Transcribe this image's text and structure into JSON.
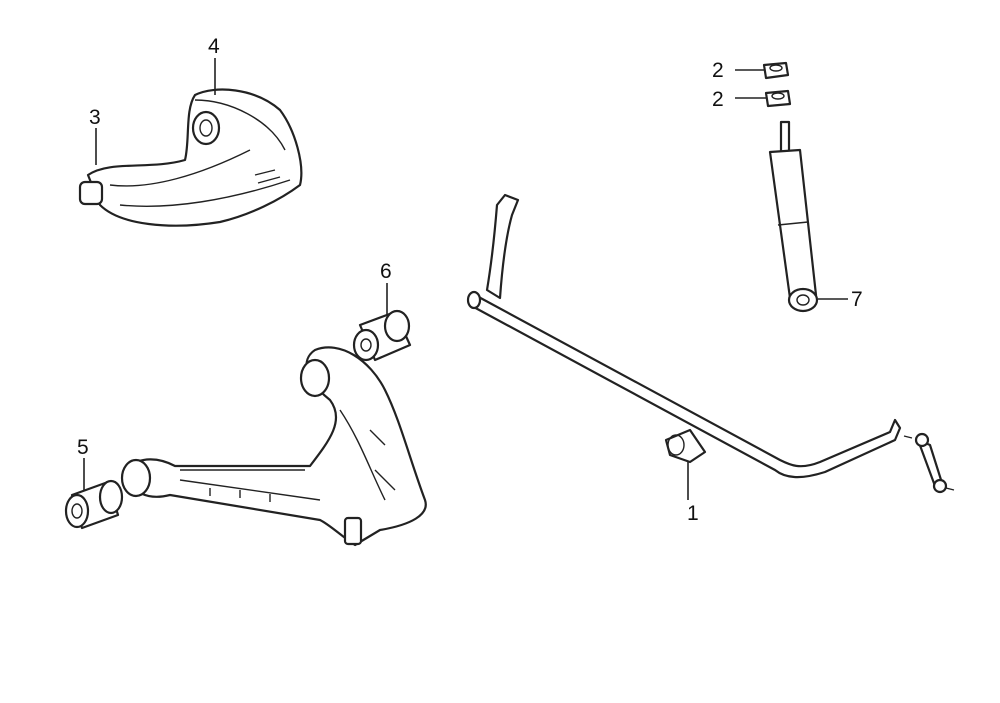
{
  "diagram": {
    "callouts": [
      {
        "id": "1",
        "part": "stabilizer-bushing"
      },
      {
        "id": "2",
        "part": "shock-nut-upper"
      },
      {
        "id": "2",
        "part": "shock-nut-lower"
      },
      {
        "id": "3",
        "part": "upper-arm-bushing"
      },
      {
        "id": "4",
        "part": "upper-control-arm"
      },
      {
        "id": "5",
        "part": "lower-arm-front-bushing"
      },
      {
        "id": "6",
        "part": "lower-arm-rear-bushing"
      },
      {
        "id": "7",
        "part": "shock-absorber"
      }
    ]
  }
}
